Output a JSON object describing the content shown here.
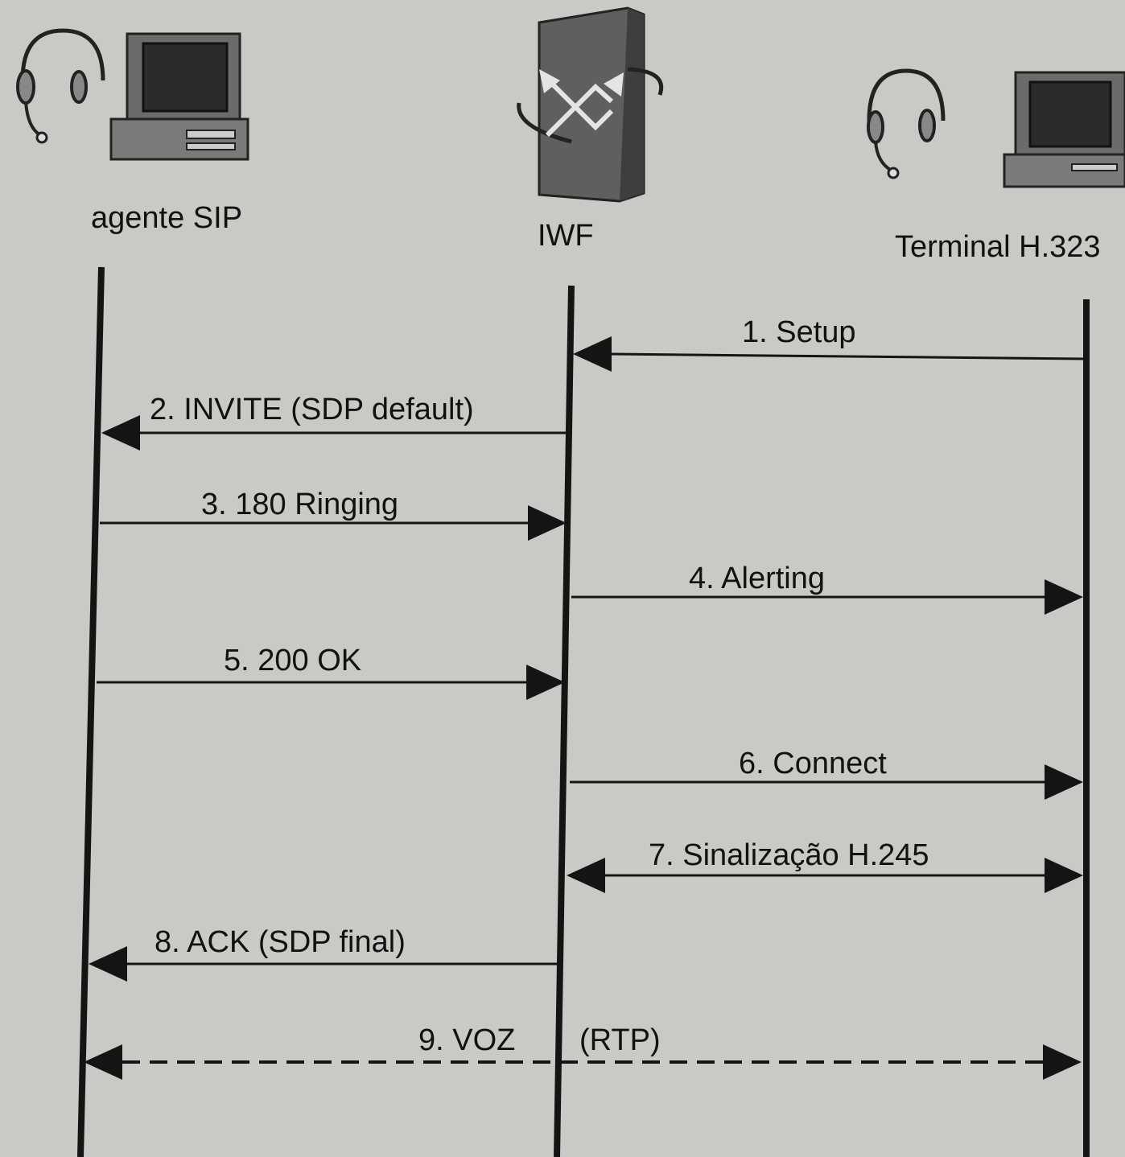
{
  "participants": [
    {
      "id": "sip",
      "label": "agente SIP",
      "icons": [
        "headset-icon",
        "computer-icon"
      ]
    },
    {
      "id": "iwf",
      "label": "IWF",
      "icons": [
        "iwf-gateway-icon"
      ]
    },
    {
      "id": "h323",
      "label": "Terminal H.323",
      "icons": [
        "headset-icon",
        "computer-icon"
      ]
    }
  ],
  "messages": [
    {
      "label": "1.  Setup",
      "from": "h323",
      "to": "iwf",
      "style": "solid",
      "direction": "single"
    },
    {
      "label": "2. INVITE (SDP default)",
      "from": "iwf",
      "to": "sip",
      "style": "solid",
      "direction": "single"
    },
    {
      "label": "3. 180   Ringing",
      "from": "sip",
      "to": "iwf",
      "style": "solid",
      "direction": "single"
    },
    {
      "label": "4.  Alerting",
      "from": "iwf",
      "to": "h323",
      "style": "solid",
      "direction": "single"
    },
    {
      "label": "5. 200 OK",
      "from": "sip",
      "to": "iwf",
      "style": "solid",
      "direction": "single"
    },
    {
      "label": "6.   Connect",
      "from": "iwf",
      "to": "h323",
      "style": "solid",
      "direction": "single"
    },
    {
      "label": "7.  Sinalização H.245",
      "from": "iwf",
      "to": "h323",
      "style": "solid",
      "direction": "both"
    },
    {
      "label": "8. ACK (SDP final)",
      "from": "iwf",
      "to": "sip",
      "style": "solid",
      "direction": "single"
    },
    {
      "label": "9. VOZ",
      "label2": "(RTP)",
      "from": "sip",
      "to": "h323",
      "style": "dashed",
      "direction": "both"
    }
  ],
  "colors": {
    "background": "#c9cac6",
    "ink": "#141414",
    "device": "#5c5c5c"
  }
}
